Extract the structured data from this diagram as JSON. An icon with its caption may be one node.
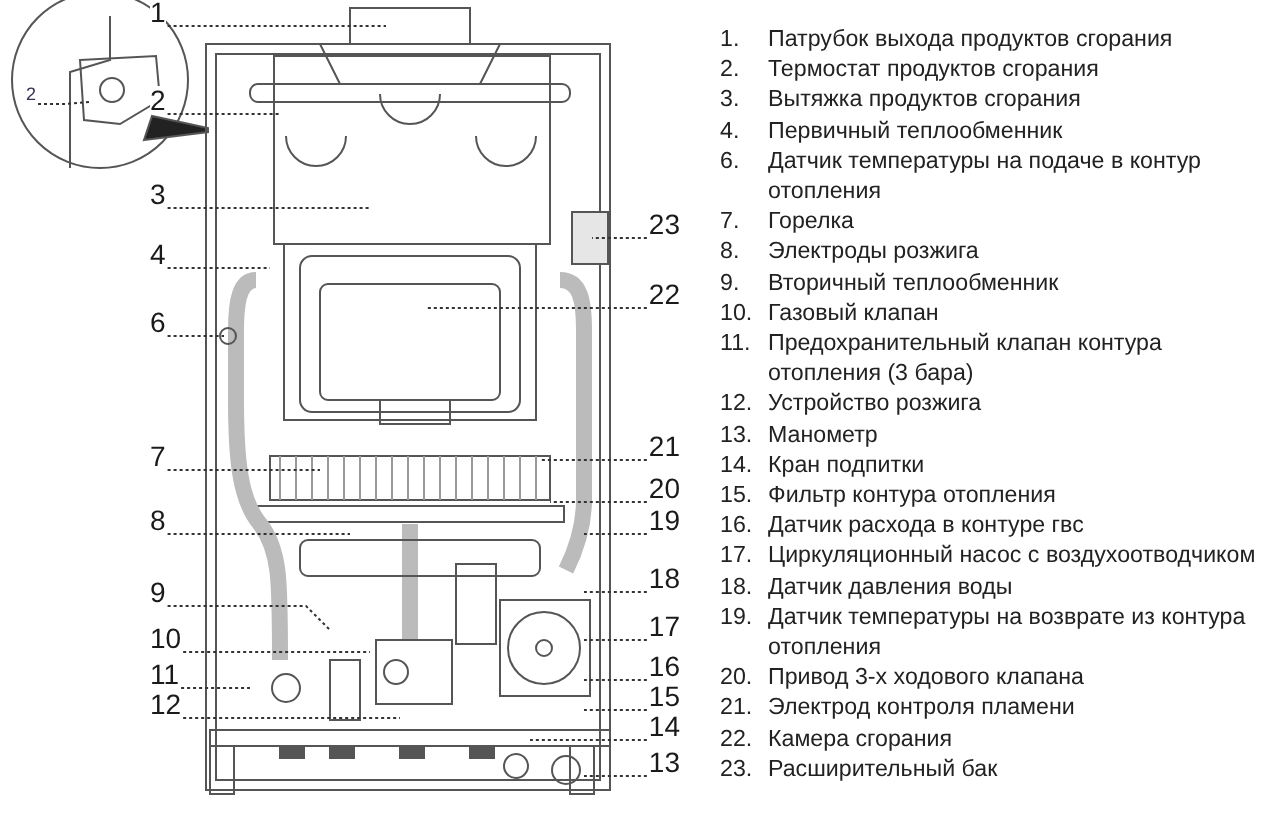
{
  "diagram": {
    "nodes": [
      {
        "text": [
          "1"
        ]
      },
      {
        "text": [
          "2"
        ]
      },
      {
        "text": [
          "2"
        ]
      },
      {
        "text": [
          "3"
        ]
      },
      {
        "text": [
          "23"
        ]
      },
      {
        "text": [
          "4"
        ]
      },
      {
        "text": [
          "22"
        ]
      },
      {
        "text": [
          "6"
        ]
      },
      {
        "text": [
          "21"
        ]
      },
      {
        "text": [
          "7"
        ]
      },
      {
        "text": [
          "20"
        ]
      },
      {
        "text": [
          "8"
        ]
      },
      {
        "text": [
          "19"
        ]
      },
      {
        "text": [
          "18"
        ]
      },
      {
        "text": [
          "9"
        ]
      },
      {
        "text": [
          "17"
        ]
      },
      {
        "text": [
          "10"
        ]
      },
      {
        "text": [
          "16"
        ]
      },
      {
        "text": [
          "11"
        ]
      },
      {
        "text": [
          "15"
        ]
      },
      {
        "text": [
          "12"
        ]
      },
      {
        "text": [
          "14"
        ]
      },
      {
        "text": [
          "13"
        ]
      }
    ],
    "edges": [
      {
        "from": 0,
        "to": null,
        "arrow": "none",
        "style": "dashed"
      },
      {
        "from": 1,
        "to": null,
        "arrow": "none",
        "style": "dashed"
      },
      {
        "from": 2,
        "to": null,
        "arrow": "none",
        "style": "dashed"
      },
      {
        "from": 3,
        "to": null,
        "arrow": "none",
        "style": "dashed"
      },
      {
        "from": 4,
        "to": null,
        "arrow": "none",
        "style": "dashed"
      },
      {
        "from": 5,
        "to": null,
        "arrow": "none",
        "style": "dashed"
      },
      {
        "from": 6,
        "to": null,
        "arrow": "none",
        "style": "dashed"
      },
      {
        "from": 7,
        "to": null,
        "arrow": "none",
        "style": "dashed"
      },
      {
        "from": 8,
        "to": null,
        "arrow": "none",
        "style": "dashed"
      },
      {
        "from": 9,
        "to": null,
        "arrow": "none",
        "style": "dashed"
      },
      {
        "from": 10,
        "to": null,
        "arrow": "none",
        "style": "dashed"
      },
      {
        "from": 11,
        "to": null,
        "arrow": "none",
        "style": "dashed"
      },
      {
        "from": 12,
        "to": null,
        "arrow": "none",
        "style": "dashed"
      },
      {
        "from": 13,
        "to": null,
        "arrow": "none",
        "style": "dashed"
      },
      {
        "from": 14,
        "to": null,
        "arrow": "none",
        "style": "dashed"
      },
      {
        "from": 15,
        "to": null,
        "arrow": "none",
        "style": "dashed"
      },
      {
        "from": 16,
        "to": null,
        "arrow": "none",
        "style": "dashed"
      },
      {
        "from": 17,
        "to": null,
        "arrow": "none",
        "style": "dashed"
      },
      {
        "from": 18,
        "to": null,
        "arrow": "none",
        "style": "dashed"
      },
      {
        "from": 19,
        "to": null,
        "arrow": "none",
        "style": "dashed"
      },
      {
        "from": 20,
        "to": null,
        "arrow": "none",
        "style": "dashed"
      },
      {
        "from": 21,
        "to": null,
        "arrow": "none",
        "style": "dashed"
      },
      {
        "from": 22,
        "to": null,
        "arrow": "none",
        "style": "dashed"
      }
    ],
    "labels": [
      "1.",
      "Патрубок выхода продуктов сгорания",
      "2.",
      "Термостат продуктов сгорания",
      "3.",
      "Вытяжка продуктов сгорания",
      "4.",
      "Первичный теплообменник",
      "6.",
      "Датчик температуры на подаче в контур отопления",
      "7.",
      "Горелка",
      "8.",
      "Электроды розжига",
      "9.",
      "Вторичный теплообменник",
      "10.",
      "Газовый клапан",
      "11.",
      "Предохранительный клапан контура отопления (3 бара)",
      "12.",
      "Устройство розжига",
      "13.",
      "Манометр",
      "14.",
      "Кран подпитки",
      "15.",
      "Фильтр контура отопления",
      "16.",
      "Датчик расхода в контуре гвс",
      "17.",
      "Циркуляционный насос с воздухоотводчиком",
      "18.",
      "Датчик давления воды",
      "19.",
      "Датчик температуры на возврате из контура отопления",
      "20.",
      "Привод 3-х ходового клапана",
      "21.",
      "Электрод контроля пламени",
      "22.",
      "Камера сгорания",
      "23.",
      "Расширительный бак"
    ]
  }
}
